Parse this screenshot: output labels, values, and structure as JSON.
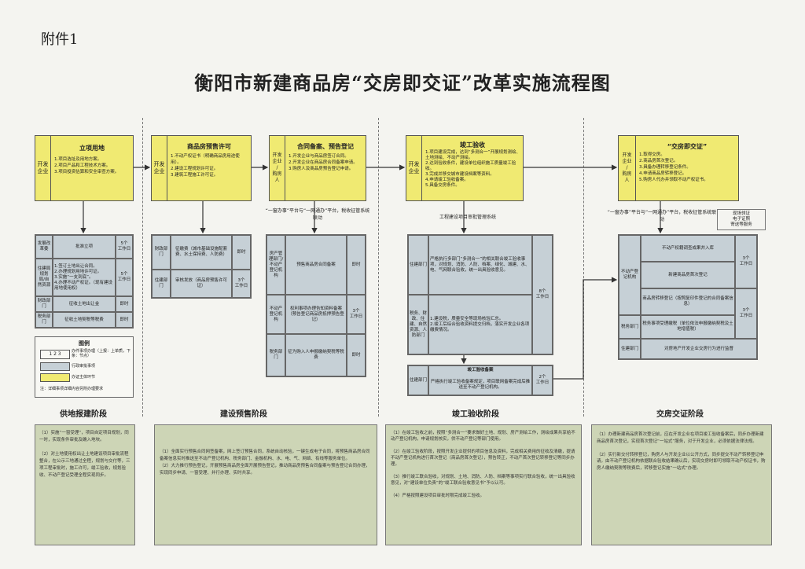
{
  "annex": "附件1",
  "title": "衡阳市新建商品房“交房即交证”改革实施流程图",
  "phases": [
    {
      "name": "供地报建阶段",
      "yellow": {
        "side": "开发\n企业",
        "title": "立项用地",
        "items": "1.项目选址及用地方案。\n2.项目产品和工程技术方案。\n3.项目投资估算和安全审查方案。"
      },
      "table": [
        {
          "side": "发展改革委",
          "mid": "批准立项",
          "time": "5个\n工作日"
        },
        {
          "side": "住建局规划局/自然资源",
          "mid": "1.签订土地出让合同。\n2.办理规划用地许可证。\n3.实施“一支到底”。\n4.办理不动产权证。（现有建设用地使用权）",
          "time": "5个\n工作日"
        },
        {
          "side": "财政部门",
          "mid": "征收土地出让金",
          "time": "即时"
        },
        {
          "side": "税务部门",
          "mid": "征收土地契税等税费",
          "time": "即时"
        }
      ],
      "legend": {
        "title": "图例",
        "r1": "1 2 3",
        "r1_desc": "办件事项办理（上报：上单质，下条：节点）",
        "r2_desc": "行政审批事项",
        "r3_desc": "办证主体环节",
        "footnote": "注：详细事项详细内容另附办理要求"
      },
      "green": "（1）实施“一窗受理”，项目自定项目规划，同一时，实现条件审批及确入地块。\n\n（2）对土地使用权出让土地建设项目审批流程整合，在公示三地通过全程，规划与交付等，三项工程审批时，施工许可，竣工验收，规划验收、不动产登记受理全程实现同步。"
    },
    {
      "name": "建设预售阶段",
      "yellow": {
        "side": "开发\n企业",
        "title": "商品房预售许可",
        "items": "1.不动产权证书（明确商品房用途使用）。\n2.建设工程规划许可证。\n3.建筑工程施工许可证。"
      },
      "table": [
        {
          "side": "财政部门",
          "mid": "征缴费（城市基础设施配套费、水土保持费、人防费）",
          "time": "即时"
        },
        {
          "side": "住建部门",
          "mid": "审核发放（商品房预售许可证）",
          "time": "3个\n工作日"
        }
      ],
      "green": "（1）全面实行预售合同网签备案，网上签订预售合同，系统自动核验，一键生成电子合同，将预售商品房合同备案信息实时推送至不动产登记机构、税务部门、金融机构、水、电、气、网络、有线等服务单位。\n（2）大力推行预告登记，开展预售商品房全面开展预告登记，推动商品房预售合同备案与预告登记合同办理，实现同步申请、一窗受理、并行办理、实时共享。"
    },
    {
      "name": "竣工验收阶段",
      "yellow": {
        "side": "开发\n企业",
        "title": "竣工验收",
        "items": "1.项目建设完成，达到“多测合一”开展规划测绘、土地测绘、不动产测绘。\n2.达到验收条件，建设单位组织施工质量竣工验收。\n3.完成并移交城市建设档案等资料。\n4.申请竣工验收备案。\n5.具备交房条件。"
      },
      "mid_yellow": {
        "side": "开发\n企业\n/\n购房\n人",
        "title": "合同备案、预告登记",
        "items": "1.开发企业与商品房签订合同。\n2.开发企业在商品房合同备案申请。\n3.购房人及商品房预告登记申请。"
      },
      "onestop_note": "“一窗办事”平台与“一网通办”平台，税收征管系统联动",
      "mid_table": [
        {
          "side": "房产管理部门/不动产登记机构",
          "mid": "预售商品房合同备案",
          "time": "即时"
        },
        {
          "side": "不动产登记机构",
          "mid": "权利事项办理告知资料备案（预告登记商品房抵押预告登记）",
          "time": "3个\n工作日"
        },
        {
          "side": "税务部门",
          "mid": "征为购入人申报缴纳契税等税费",
          "time": "即时"
        }
      ],
      "system_note": "工程建设项目审批管理系统",
      "table": [
        {
          "side": "住建部门",
          "mid": "严格执行多部门“多测合一”的相关联合竣工验收事项，对规划、消防、人防、档案、绿化、城建、水、电、气网联合验收，统一出具验收意见。"
        },
        {
          "side": "税务、财政、住建、自然资源、人防部门",
          "mid": "1.建设税，质量安全等现场核验汇总。\n2.竣工后综合验收资料提交归档，落实开发企业各项缴费情况。"
        }
      ],
      "table_time": "8个\n工作日",
      "filing": {
        "side": "住建部门",
        "title": "竣工验收备案",
        "mid": "严格执行竣工验收备案规定，项目联网备案完成后推送至不动产登记机构。",
        "time": "2个\n工作日"
      },
      "green": "（1）在竣工验收之前，按照“多测合一”要求做好土地、规划、房产测绘工作，测绘成果共享给不动产登记机构，申请规划核实，供不动产登记等部门使用。\n\n（2）在竣工验收阶段，按照开发企业提供的项目信息及资料，完成相关费用的征收及清缴，提请不动产登记机构进行首次登记（商品房首次登记），预告转正，不动产首次登记转移登记等同步办理。\n\n（3）推行竣工联合验收，对规划、土地、消防、人防、档案等事项实行联合验收，统一出具验收意见，对“建设单位负责”的“竣工联合验收意见书”予以认可。\n\n（4）严格按照建设项目审批时限完成竣工验收。"
    },
    {
      "name": "交房交证阶段",
      "yellow": {
        "side": "开发\n企业\n/\n购房\n人",
        "title": "“交房即交证”",
        "items": "1.取得交房。\n2.商品房首次登记。\n3.具备办理转移登记条件。\n4.申请商品房转移登记。\n5.购房人代办并领取不动产权证书。"
      },
      "onestop_note": "“一窗办事”平台与“一网通办”平台，税收征管系统联动",
      "tag_note": "现场领证\n电子证照\n寄送等服务",
      "table": [
        {
          "side": "不动产登记机构",
          "mid": "不动产权籍调查成果并入库",
          "time": "3个\n工作日"
        },
        {
          "side": "",
          "mid": "新建商品房首次登记",
          "time": ""
        },
        {
          "side": "",
          "mid": "商品房转移登记（按照复印件登记的合同备案信息）",
          "time": "3个\n工作日"
        },
        {
          "side": "税务部门",
          "mid": "税务事项受理缴税（单位依法申报缴纳契税及土地增值税）",
          "time": ""
        },
        {
          "side": "住建部门",
          "mid": "对房地产开发企业交房行为进行监督",
          "time": ""
        }
      ],
      "green": "（1）办理新建商品房首次登记前，应在开发企业在项目竣工验收备案后，同步办理新建商品房首次登记，实现首次登记“一站式”服务，对于开发企业，必须依据法律法规。\n\n（2）实行新交付转移登记，购房人与开发企业以公开方式，同步提交不动产转移登记申请，由不动产登记机构依据联合验收结果确认后，实现交房时即可领取不动产权证书，购房人缴纳契税等税费后，转移登记实施“一站式”办理。"
    }
  ]
}
